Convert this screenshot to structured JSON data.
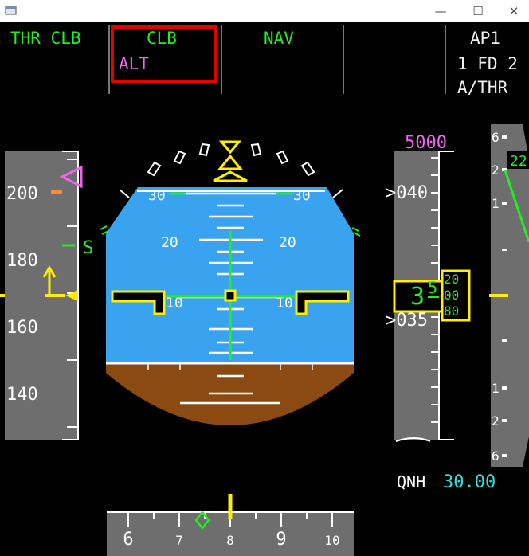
{
  "window": {
    "icon": "app-window-icon",
    "controls": {
      "minimize": "—",
      "maximize": "☐",
      "close": "✕"
    }
  },
  "fma": {
    "col1": "THR CLB",
    "col2_active": "CLB",
    "col2_armed": "ALT",
    "col3": "NAV",
    "col5_line1": "AP1",
    "col5_line2": "1 FD 2",
    "col5_line3": "A/THR"
  },
  "speed_tape": {
    "labels": [
      "200",
      "180",
      "160",
      "140"
    ],
    "s_speed": "S"
  },
  "attitude": {
    "pitch_labels_left": [
      "30",
      "20",
      "10"
    ],
    "pitch_labels_right": [
      "30",
      "20",
      "10"
    ]
  },
  "altitude_tape": {
    "target_altitude": "5000",
    "labels": [
      ">040",
      ">035"
    ],
    "readout_main": "3",
    "readout_mid": "5",
    "readout_drum": [
      "20",
      "00",
      "80"
    ]
  },
  "vsi": {
    "labels": [
      "6",
      "2",
      "1",
      "1",
      "2",
      "6"
    ],
    "readout": "22"
  },
  "baro": {
    "label": "QNH",
    "value": "30.00"
  },
  "heading": {
    "labels": [
      "6",
      "7",
      "8",
      "9",
      "10"
    ]
  },
  "colors": {
    "green": "#22ee22",
    "magenta": "#ee66ee",
    "cyan": "#33dddd",
    "yellow": "#ffee00",
    "sky": "#3aa3f0",
    "ground": "#8b4a12",
    "tape": "#6e6e6e"
  }
}
